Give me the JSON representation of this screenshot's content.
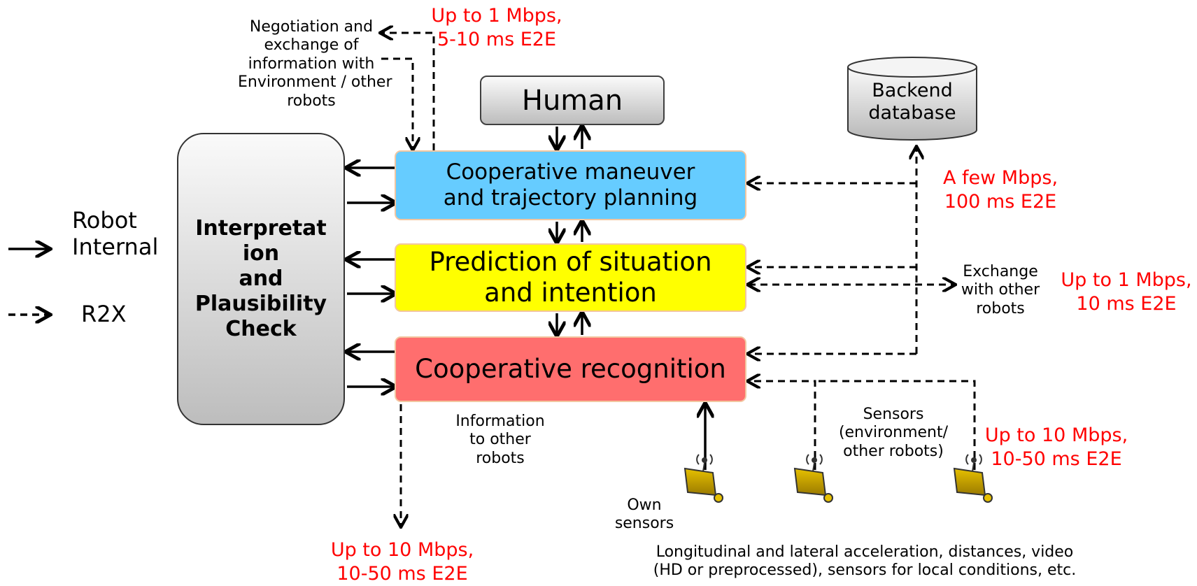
{
  "legend": {
    "internal_label": "Robot\nInternal",
    "r2x_label": "R2X"
  },
  "boxes": {
    "human": "Human",
    "backend": "Backend\ndatabase",
    "coop_maneuver": "Cooperative maneuver\nand trajectory planning",
    "prediction": "Prediction of situation\nand intention",
    "recognition": "Cooperative recognition",
    "interpretation": "Interpretat\nion\nand\nPlausibility\nCheck"
  },
  "labels": {
    "negotiation": "Negotiation and\nexchange of\ninformation with\nEnvironment / other\nrobots",
    "info_to_robots": "Information\nto other\nrobots",
    "exchange_robots": "Exchange\nwith other\nrobots",
    "sensors_env": "Sensors\n(environment/\nother robots)",
    "own_sensors": "Own\nsensors",
    "sensor_details": "Longitudinal and lateral acceleration, distances, video\n(HD or preprocessed), sensors for local conditions, etc."
  },
  "requirements": {
    "top": "Up to 1 Mbps,\n5-10 ms E2E",
    "backend": "A few Mbps,\n100 ms E2E",
    "exchange": "Up to 1 Mbps,\n10 ms E2E",
    "sensors": "Up to 10 Mbps,\n10-50 ms E2E",
    "bottom": "Up to 10 Mbps,\n10-50 ms E2E"
  },
  "colors": {
    "coop_maneuver": "#66ccff",
    "prediction": "#ffff00",
    "recognition": "#ff6e6e",
    "requirement_text": "#ff0000"
  },
  "icons": [
    "sensor-icon",
    "sensor-icon",
    "sensor-icon"
  ]
}
